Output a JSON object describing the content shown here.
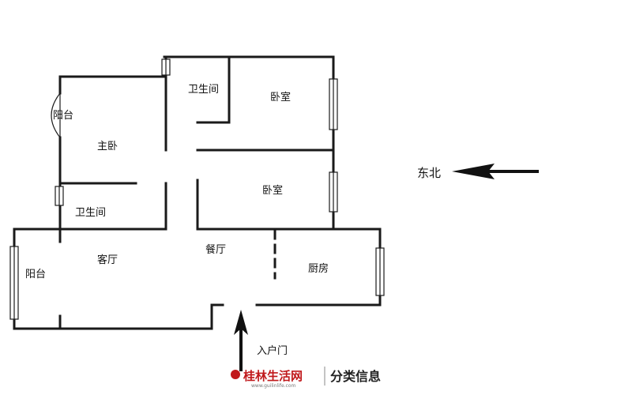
{
  "rooms": {
    "bathroom_top": "卫生间",
    "bedroom_top": "卧室",
    "balcony_top": "阳台",
    "master_bedroom": "主卧",
    "bedroom_middle": "卧室",
    "bathroom_left": "卫生间",
    "living_room": "客厅",
    "dining_room": "餐厅",
    "kitchen": "厨房",
    "balcony_left": "阳台"
  },
  "compass": {
    "label": "东北"
  },
  "entrance": {
    "label": "入户门"
  },
  "watermark": {
    "logo_text": "桂林生活网",
    "url": "www.guilinlife.com",
    "category": "分类信息"
  },
  "colors": {
    "wall": "#1a1a1a",
    "logo_red": "#c0181b"
  }
}
